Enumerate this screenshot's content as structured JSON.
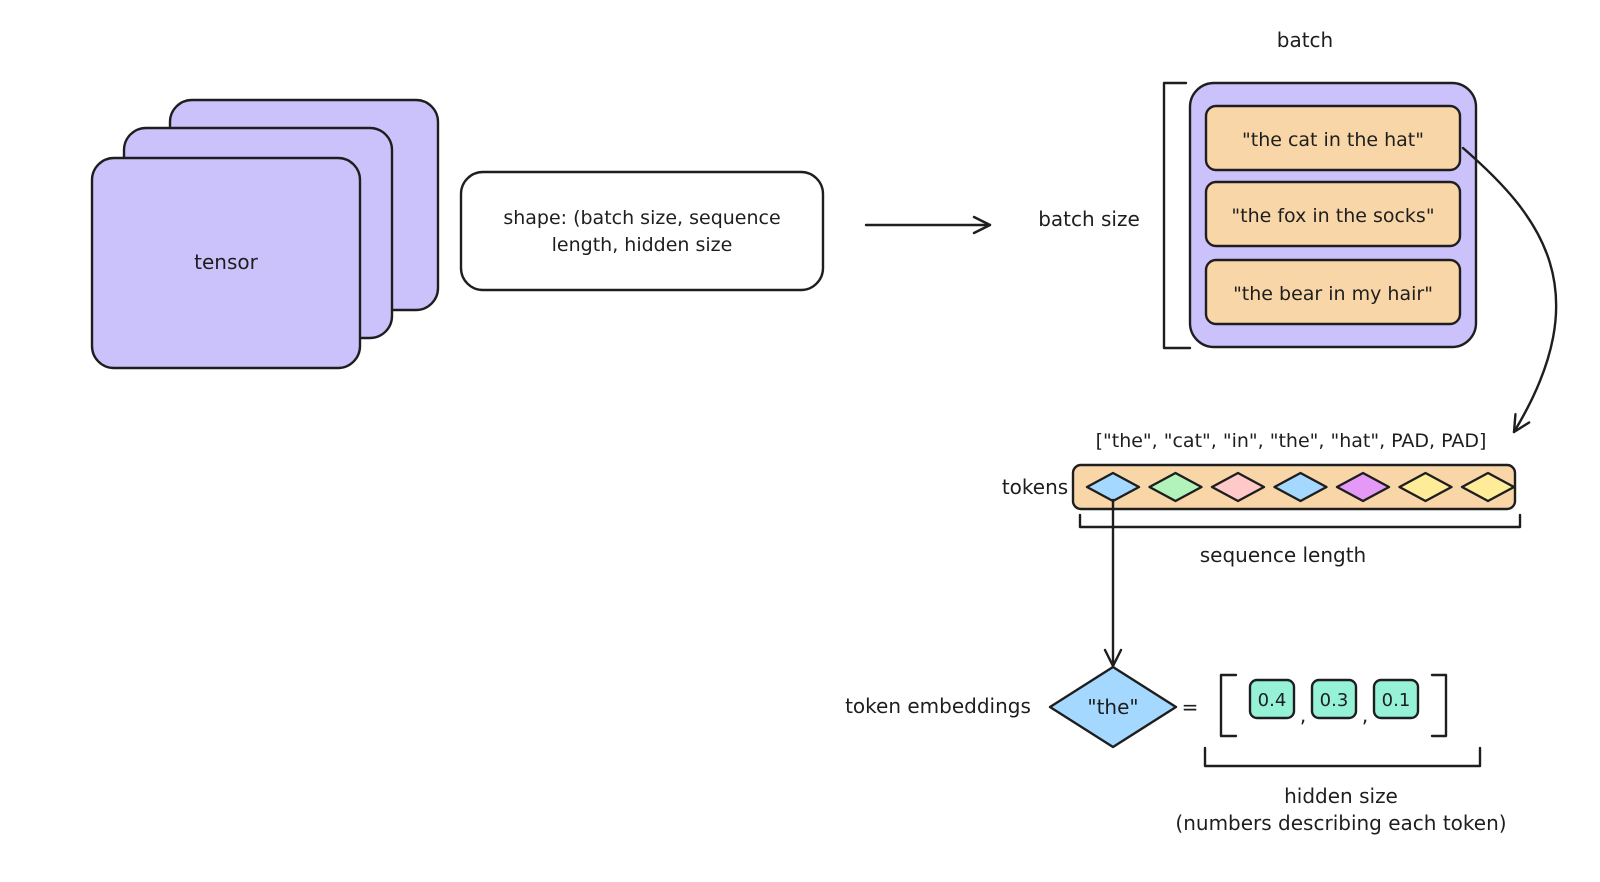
{
  "tensor": {
    "label": "tensor",
    "color": "#cbc2fb"
  },
  "shape_box": {
    "line1": "shape: (batch size, sequence",
    "line2": "length, hidden size"
  },
  "batch": {
    "title": "batch",
    "side_label": "batch size",
    "container_color": "#cbc2fb",
    "item_color": "#f8d6a7",
    "items": [
      "\"the cat in the hat\"",
      "\"the fox in the socks\"",
      "\"the bear in my hair\""
    ]
  },
  "tokens": {
    "token_list": "[\"the\", \"cat\", \"in\", \"the\", \"hat\", PAD, PAD]",
    "label": "tokens",
    "strip_color": "#f8d6a7",
    "diamond_colors": [
      "#a5d8ff",
      "#b2f2bb",
      "#ffc9c9",
      "#a5d8ff",
      "#e599f7",
      "#ffec99",
      "#ffec99"
    ],
    "sequence_label": "sequence length"
  },
  "embeddings": {
    "label": "token embeddings",
    "token": "\"the\"",
    "token_color": "#a5d8ff",
    "equals": "=",
    "values": [
      "0.4",
      "0.3",
      "0.1"
    ],
    "value_color": "#96f2d7",
    "separator": ",",
    "hidden_label_1": "hidden size",
    "hidden_label_2": "(numbers describing each token)"
  }
}
